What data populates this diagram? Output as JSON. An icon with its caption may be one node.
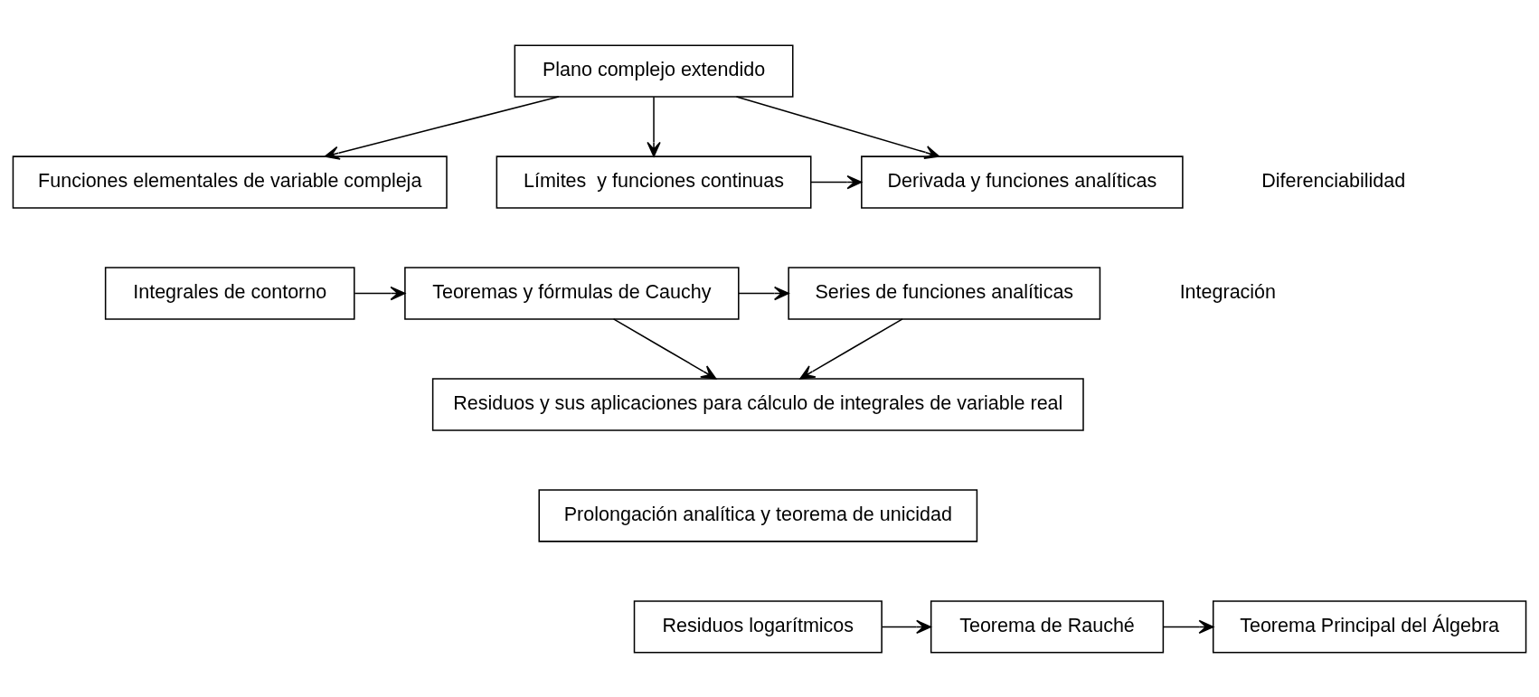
{
  "diagram": {
    "nodes": [
      {
        "text": [
          "Plano complejo extendido"
        ]
      },
      {
        "text": [
          "Funciones elementales de variable compleja"
        ]
      },
      {
        "text": [
          "Límites  y funciones continuas"
        ]
      },
      {
        "text": [
          "Derivada y funciones analíticas"
        ]
      },
      {
        "text": [
          "Integrales de contorno"
        ]
      },
      {
        "text": [
          "Teoremas y fórmulas de Cauchy"
        ]
      },
      {
        "text": [
          "Series de funciones analíticas"
        ]
      },
      {
        "text": [
          "Residuos y sus aplicaciones para cálculo de integrales de variable real"
        ]
      },
      {
        "text": [
          "Prolongación analítica y teorema de unicidad"
        ]
      },
      {
        "text": [
          "Residuos logarítmicos"
        ]
      },
      {
        "text": [
          "Teorema de Rauché"
        ]
      },
      {
        "text": [
          "Teorema Principal del Álgebra"
        ]
      }
    ],
    "edges": [
      {
        "from": 0,
        "to": 1,
        "arrow": "to"
      },
      {
        "from": 0,
        "to": 2,
        "arrow": "to"
      },
      {
        "from": 0,
        "to": 3,
        "arrow": "to"
      },
      {
        "from": 2,
        "to": 3,
        "arrow": "to"
      },
      {
        "from": 4,
        "to": 5,
        "arrow": "to"
      },
      {
        "from": 5,
        "to": 6,
        "arrow": "to"
      },
      {
        "from": 5,
        "to": 7,
        "arrow": "to"
      },
      {
        "from": 6,
        "to": 7,
        "arrow": "to"
      },
      {
        "from": 9,
        "to": 10,
        "arrow": "to"
      },
      {
        "from": 10,
        "to": 11,
        "arrow": "to"
      }
    ],
    "labels": [
      "Diferenciabilidad",
      "Integración"
    ]
  }
}
